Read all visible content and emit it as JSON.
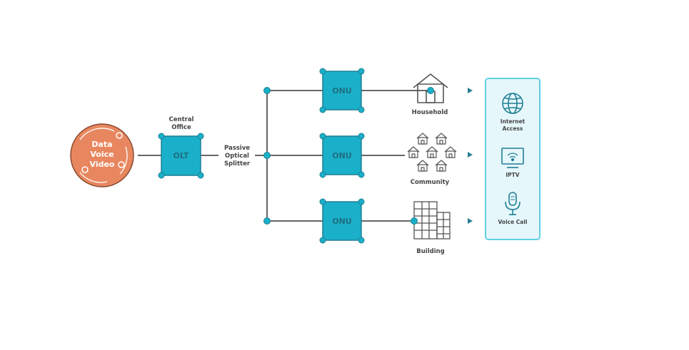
{
  "source": {
    "lines": [
      "Data",
      "Voice",
      "Video"
    ]
  },
  "central_office": {
    "lines": [
      "Central",
      "Office"
    ],
    "box_label": "OLT"
  },
  "splitter": {
    "lines": [
      "Passive",
      "Optical",
      "Splitter"
    ]
  },
  "onu": {
    "label": "ONU"
  },
  "destinations": [
    {
      "label": "Household",
      "icon": "house-icon"
    },
    {
      "label": "Community",
      "icon": "community-icon"
    },
    {
      "label": "Building",
      "icon": "building-icon"
    }
  ],
  "services": [
    {
      "lines": [
        "Internet",
        "Access"
      ],
      "icon": "globe-icon"
    },
    {
      "lines": [
        "IPTV"
      ],
      "icon": "tv-icon"
    },
    {
      "lines": [
        "Voice Call"
      ],
      "icon": "microphone-icon"
    }
  ],
  "colors": {
    "accent": "#1ab0c9",
    "accent_dark": "#1f7f95",
    "source_fill": "#e8875f",
    "line": "#333333",
    "icon": "#555555"
  }
}
